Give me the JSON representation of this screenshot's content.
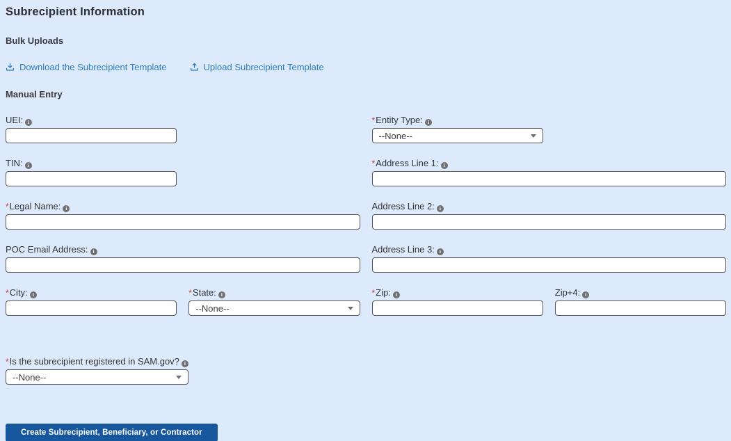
{
  "page": {
    "title": "Subrecipient Information"
  },
  "sections": {
    "bulk_uploads": "Bulk Uploads",
    "manual_entry": "Manual Entry"
  },
  "links": {
    "download": "Download the Subrecipient Template",
    "upload": "Upload Subrecipient Template"
  },
  "ui": {
    "required_marker": "*",
    "info_glyph": "i"
  },
  "fields": {
    "uei": {
      "label": "UEI:",
      "required": false,
      "value": ""
    },
    "entity_type": {
      "label": "Entity Type:",
      "required": true,
      "value": "--None--"
    },
    "tin": {
      "label": "TIN:",
      "required": false,
      "value": ""
    },
    "address1": {
      "label": "Address Line 1:",
      "required": true,
      "value": ""
    },
    "legal_name": {
      "label": "Legal Name:",
      "required": true,
      "value": ""
    },
    "address2": {
      "label": "Address Line 2:",
      "required": false,
      "value": ""
    },
    "poc_email": {
      "label": "POC Email Address:",
      "required": false,
      "value": ""
    },
    "address3": {
      "label": "Address Line 3:",
      "required": false,
      "value": ""
    },
    "city": {
      "label": "City:",
      "required": true,
      "value": ""
    },
    "state": {
      "label": "State:",
      "required": true,
      "value": "--None--"
    },
    "zip": {
      "label": "Zip:",
      "required": true,
      "value": ""
    },
    "zip4": {
      "label": "Zip+4:",
      "required": false,
      "value": ""
    },
    "sam": {
      "label": "Is the subrecipient registered in SAM.gov?",
      "required": true,
      "value": "--None--"
    }
  },
  "button": {
    "create_label": "Create Subrecipient, Beneficiary, or Contractor"
  },
  "icons": {
    "download": "download-icon",
    "upload": "upload-icon",
    "info": "info-icon",
    "caret": "chevron-down-icon"
  },
  "colors": {
    "background": "#ddeafb",
    "link_blue": "#2e7dbe",
    "button_blue": "#17579e",
    "required_red": "#c23934",
    "input_border": "#54565b"
  }
}
